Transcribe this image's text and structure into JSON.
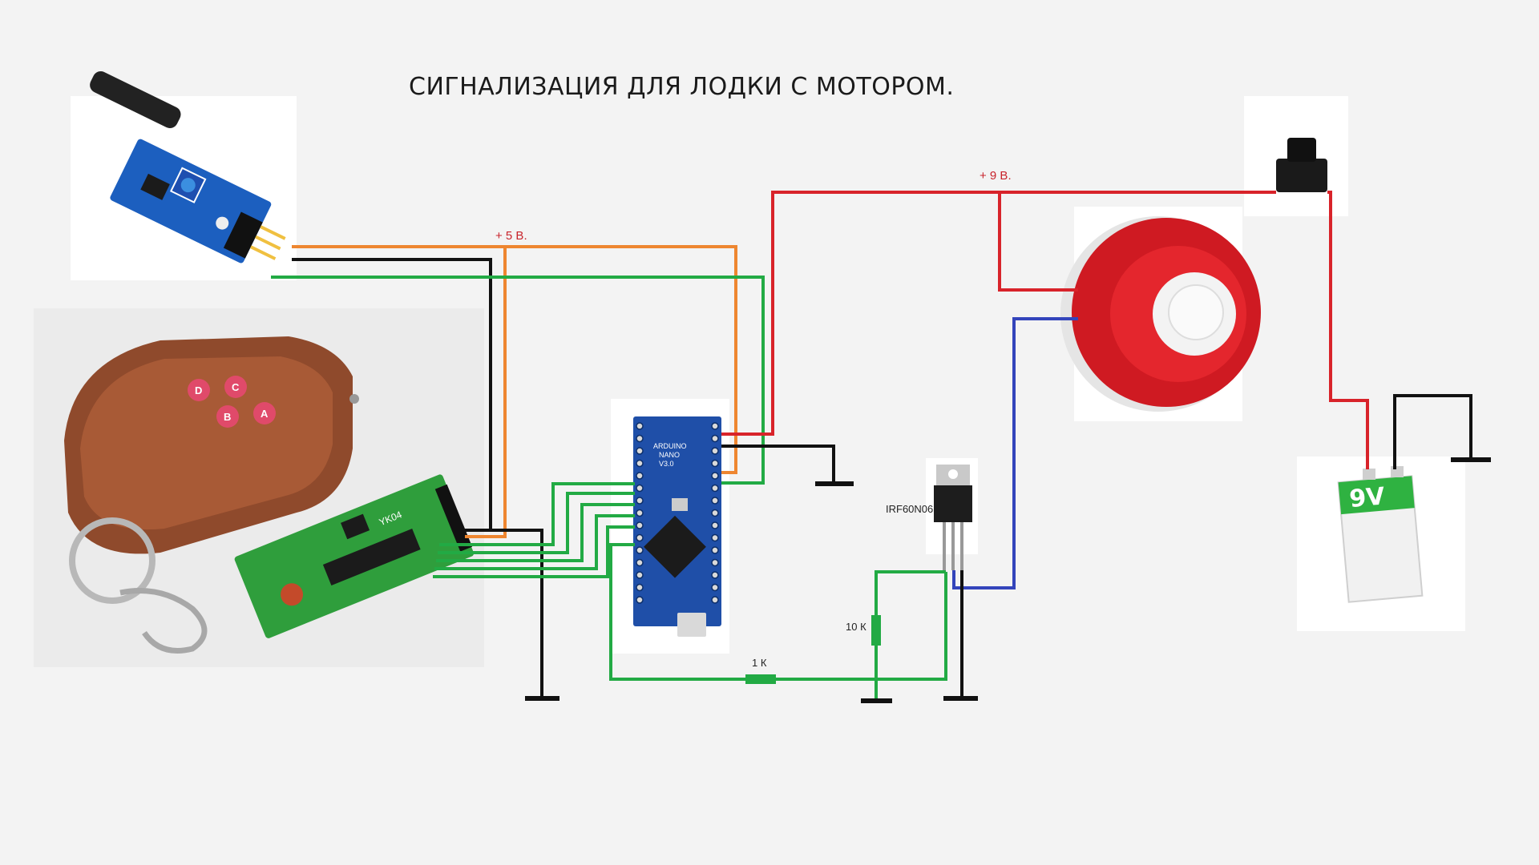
{
  "title": "СИГНАЛИЗАЦИЯ  ДЛЯ  ЛОДКИ  С  МОТОРОМ.",
  "labels": {
    "plus5": "+ 5 В.",
    "plus9": "+ 9 В.",
    "transistor": "IRF60N06",
    "r10k": "10 К",
    "r1k": "1 К"
  },
  "components": {
    "remote_buttons": [
      "D",
      "C",
      "B",
      "A"
    ],
    "battery_text": "9V",
    "receiver_marking": "YK04",
    "arduino_marking": [
      "ARDUINO",
      "NANO",
      "V3.0"
    ]
  },
  "colors": {
    "plus_9v": "#d8232a",
    "plus_5v": "#ee8630",
    "signal": "#22aa44",
    "ground": "#111111",
    "siren_negative": "#3344bb"
  }
}
